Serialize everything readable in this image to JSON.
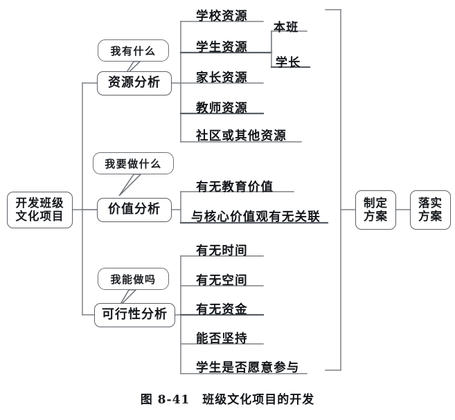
{
  "figure": {
    "caption": "图 8-41　班级文化项目的开发",
    "root": {
      "line1": "开发班级",
      "line2": "文化项目"
    },
    "branches": [
      {
        "id": "resource",
        "label": "资源分析",
        "callout": "我有什么",
        "leaves": [
          {
            "label": "学校资源"
          },
          {
            "label": "学生资源",
            "sub": [
              "本班",
              "学长"
            ]
          },
          {
            "label": "家长资源"
          },
          {
            "label": "教师资源"
          },
          {
            "label": "社区或其他资源"
          }
        ]
      },
      {
        "id": "value",
        "label": "价值分析",
        "callout": "我要做什么",
        "leaves": [
          {
            "label": "有无教育价值"
          },
          {
            "label": "与核心价值观有无关联"
          }
        ]
      },
      {
        "id": "feasibility",
        "label": "可行性分析",
        "callout": "我能做吗",
        "leaves": [
          {
            "label": "有无时间"
          },
          {
            "label": "有无空间"
          },
          {
            "label": "有无资金"
          },
          {
            "label": "能否坚持"
          },
          {
            "label": "学生是否愿意参与"
          }
        ]
      }
    ],
    "outcomes": [
      {
        "line1": "制定",
        "line2": "方案"
      },
      {
        "line1": "落实",
        "line2": "方案"
      }
    ],
    "colors": {
      "line": "#7b8086",
      "line_strong": "#5a5f66",
      "text": "#111418",
      "background": "#ffffff"
    }
  }
}
